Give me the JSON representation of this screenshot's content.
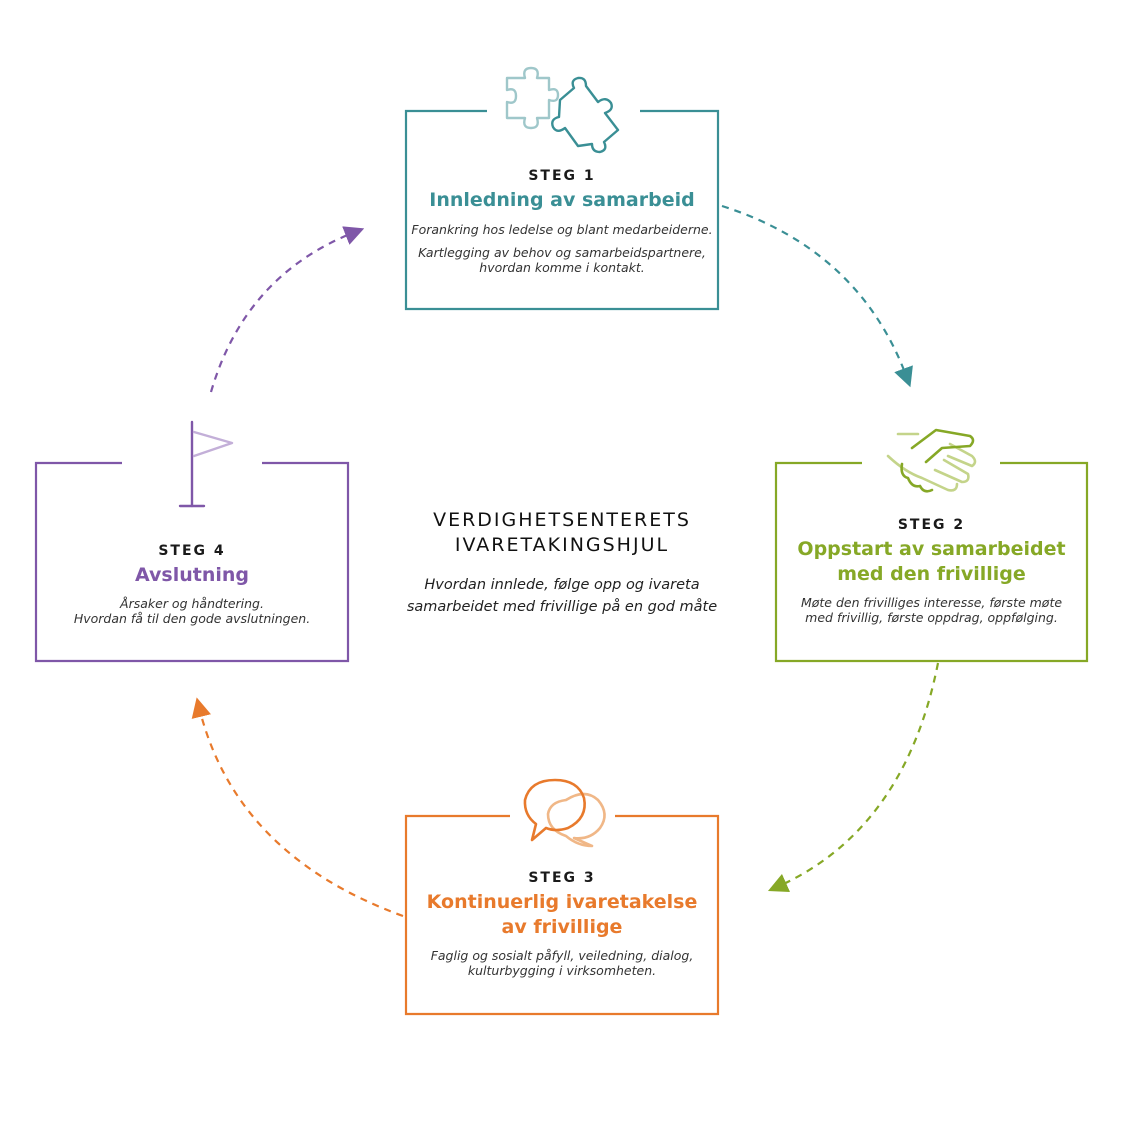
{
  "colors": {
    "step1": "#3a8f95",
    "step2": "#86a826",
    "step3": "#e87a2c",
    "step4": "#7f57a8"
  },
  "icons": {
    "step1": "puzzle-icon",
    "step2": "handshake-icon",
    "step3": "speech-bubbles-icon",
    "step4": "flag-icon"
  },
  "center": {
    "title_line1": "VERDIGHETSENTERETS",
    "title_line2": "IVARETAKINGSHJUL",
    "subtitle_line1": "Hvordan innlede, følge opp og ivareta",
    "subtitle_line2": "samarbeidet med frivillige på en god måte"
  },
  "steps": [
    {
      "label": "STEG 1",
      "title_line1": "Innledning av samarbeid",
      "desc": [
        "Forankring hos ledelse og blant medarbeiderne.",
        "Kartlegging av behov og samarbeidspartnere,",
        "hvordan komme i kontakt."
      ]
    },
    {
      "label": "STEG 2",
      "title_line1": "Oppstart av samarbeidet",
      "title_line2": "med den frivillige",
      "desc": [
        "Møte den frivilliges interesse, første møte",
        "med frivillig, første oppdrag, oppfølging."
      ]
    },
    {
      "label": "STEG 3",
      "title_line1": "Kontinuerlig ivaretakelse",
      "title_line2": "av frivillige",
      "desc": [
        "Faglig og sosialt påfyll, veiledning, dialog,",
        "kulturbygging i virksomheten."
      ]
    },
    {
      "label": "STEG 4",
      "title_line1": "Avslutning",
      "desc": [
        "Årsaker og håndtering.",
        "Hvordan få til den gode avslutningen."
      ]
    }
  ]
}
